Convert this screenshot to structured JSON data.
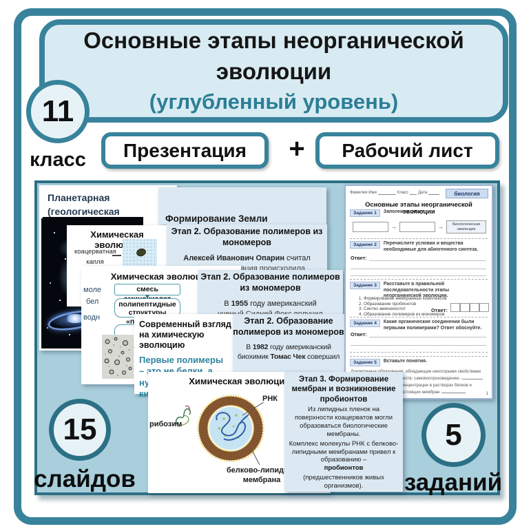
{
  "header": {
    "title_line1": "Основные этапы неорганической",
    "title_line2": "эволюции",
    "subtitle": "(углубленный уровень)",
    "grade_number": "11",
    "grade_label": "класс",
    "product_left": "Презентация",
    "plus_sign": "+",
    "product_right": "Рабочий лист"
  },
  "badges": {
    "slides_count": "15",
    "slides_label": "слайдов",
    "tasks_count": "5",
    "tasks_label": "заданий"
  },
  "slides": {
    "planetary": {
      "title": "Планетарная (геологическая эволюция)"
    },
    "earth_formation": {
      "title": "Формирование Земли"
    },
    "coacervate": {
      "title": "Химическая эволюция",
      "label": "коацерватная капля"
    },
    "oparin": {
      "title": "Этап 2. Образование полимеров из мономеров",
      "body_bold": "Алексей Иванович Опарин",
      "body_rest": " считал",
      "body_cut": "что полимеризация происходила"
    },
    "fox1955": {
      "title": "Этап 2. Образование полимеров из мономеров",
      "body_pre": "В ",
      "body_year": "1955",
      "body_rest": " году американский",
      "body_cut": "ученый Сидней Фокс получил"
    },
    "flowchart": {
      "title": "Химическая эволюция",
      "left_fragment1": "моле",
      "left_fragment2": "бел",
      "left_fragment3": "водн",
      "box1": "смесь аминокислот",
      "arrow": "▼",
      "box2": "полипептидные структуры",
      "box3_fragment": "«п"
    },
    "modern_view": {
      "title": "Современный взгляд на химическую эволюцию",
      "highlight": "Первые полимеры – это не белки, а нуклеиновые кислоты!"
    },
    "chek1982": {
      "title": "Этап 2. Образование полимеров из мономеров",
      "body_pre": "В ",
      "body_year": "1982",
      "body_mid": " году американский биохимик ",
      "body_name": "Томас Чек",
      "body_end": " совершил"
    },
    "protocell": {
      "title": "Химическая эволюция",
      "label_rna": "РНК",
      "label_ribozyme": "рибозим",
      "label_membrane": "белково-липидная мембрана"
    },
    "stage3": {
      "title": "Этап 3. Формирование мембран и возникновение пробионтов",
      "body1": "Из липидных пленок на поверхности коацерватов могли образоваться биологические мембраны.",
      "body2": "Комплекс молекулы РНК с белково-липидными мембранами привел к образованию –",
      "body2_bold": "пробионтов",
      "body3": "(предшественников живых организмов)."
    }
  },
  "worksheet": {
    "field_name": "Фамилия Имя",
    "field_class": "Класс",
    "field_date": "Дата",
    "subject": "биология",
    "title": "Основные этапы неорганической эволюции",
    "answer_label": "Ответ:",
    "scheme_result": "биологическая эволюция",
    "task1": {
      "badge": "Задание 1",
      "text": "Заполните схему."
    },
    "task2": {
      "badge": "Задание 2",
      "text": "Перечислите условия и вещества необходимые для абиогенного синтеза."
    },
    "task3": {
      "badge": "Задание 3",
      "text": "Расставьте в правильной последовательности этапы неорганической эволюции.",
      "items": [
        "Формирование мембранных комплексов",
        "Образование пробионтов",
        "Синтез аминокислот",
        "Образование полимеров из мономеров"
      ]
    },
    "task4": {
      "badge": "Задание 4",
      "text": "Какие органические соединения были первыми полимерами? Ответ обоснуйте."
    },
    "task5": {
      "badge": "Задание 5",
      "text": "Вставьте понятия.",
      "fragment1": "Доклеточные образования, обладающие некоторыми свойствами клеток:",
      "fragment2": "ществ, самовоспроизведению -",
      "fragment3": "шенной концентрации в растворах белков и",
      "fragment4": "еющие настоящих мембран -"
    },
    "page_number": "1"
  },
  "colors": {
    "teal_frame": "#38839b",
    "teal_dark": "#2c7086",
    "panel_bg": "#a9cfdc",
    "slide_pale": "#dce9f3",
    "title_box_bg": "#d9ebf2",
    "subtitle_text": "#2b7e96",
    "highlight_text": "#2e84a0",
    "worksheet_navy": "#1f3864"
  }
}
